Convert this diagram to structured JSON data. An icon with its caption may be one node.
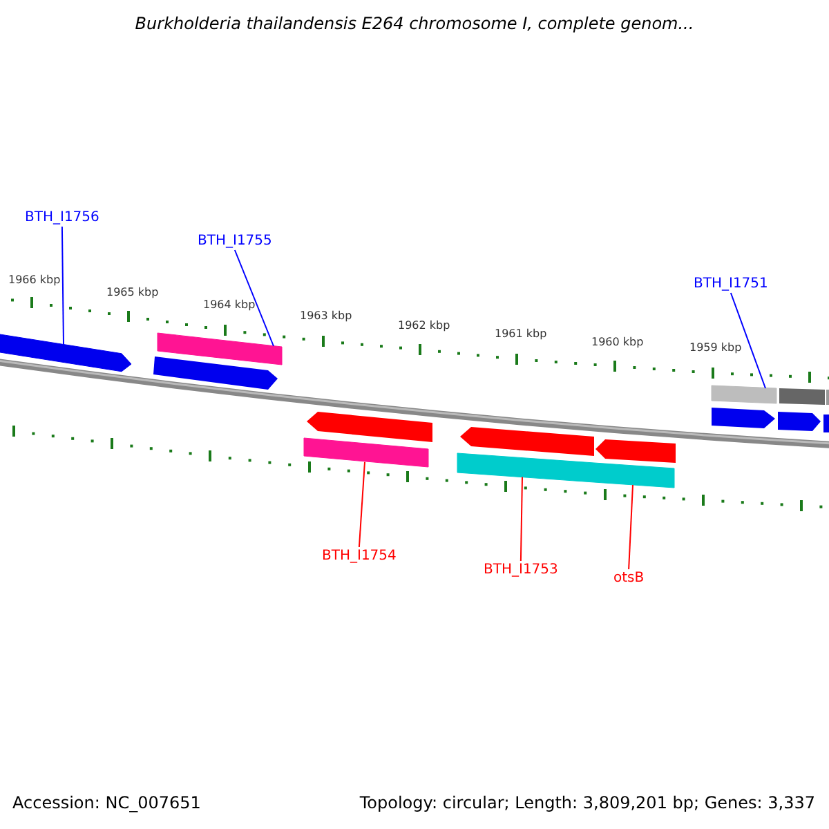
{
  "diagram": {
    "title": "Burkholderia thailandensis E264 chromosome I, complete genom...",
    "nodes": [
      {
        "text": [
          "BTH_I1756"
        ]
      },
      {
        "text": [
          "BTH_I1755"
        ]
      },
      {
        "text": [
          "BTH_I1751"
        ]
      },
      {
        "text": [
          "BTH_I1754"
        ]
      },
      {
        "text": [
          "BTH_I1753"
        ]
      },
      {
        "text": [
          "otsB"
        ]
      },
      {
        "text": [],
        "shape": "arrow"
      },
      {
        "text": [],
        "shape": "bar"
      },
      {
        "text": [],
        "shape": "bar"
      },
      {
        "text": [],
        "shape": "bar"
      },
      {
        "text": [],
        "shape": "bar"
      },
      {
        "text": [],
        "shape": "bar"
      }
    ],
    "edges": [
      {
        "from": 0,
        "to": 6,
        "arrow": "none",
        "color": "#0000ff"
      },
      {
        "from": 1,
        "to": 7,
        "arrow": "none",
        "color": "#0000ff"
      },
      {
        "from": 2,
        "to": 8,
        "arrow": "none",
        "color": "#0000ff"
      },
      {
        "from": 3,
        "to": 9,
        "arrow": "none",
        "color": "#ff0000"
      },
      {
        "from": 4,
        "to": 10,
        "arrow": "none",
        "color": "#ff0000"
      },
      {
        "from": 5,
        "to": 11,
        "arrow": "none",
        "color": "#ff0000"
      }
    ],
    "labels": [
      "1966 kbp",
      "1965 kbp",
      "1964 kbp",
      "1963 kbp",
      "1962 kbp",
      "1961 kbp",
      "1960 kbp",
      "1959 kbp",
      "Accession: NC_007651",
      "Topology: circular; Length: 3,809,201 bp; Genes: 3,337"
    ]
  }
}
